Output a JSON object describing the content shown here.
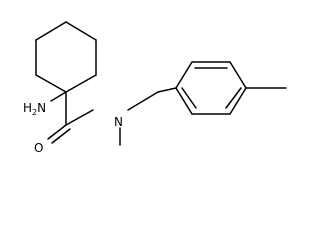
{
  "structure": {
    "atoms": {
      "amine": {
        "main": "H",
        "sub": "2",
        "tail": "N"
      },
      "carbonyl_oxygen": "O",
      "amide_nitrogen": "N"
    }
  }
}
